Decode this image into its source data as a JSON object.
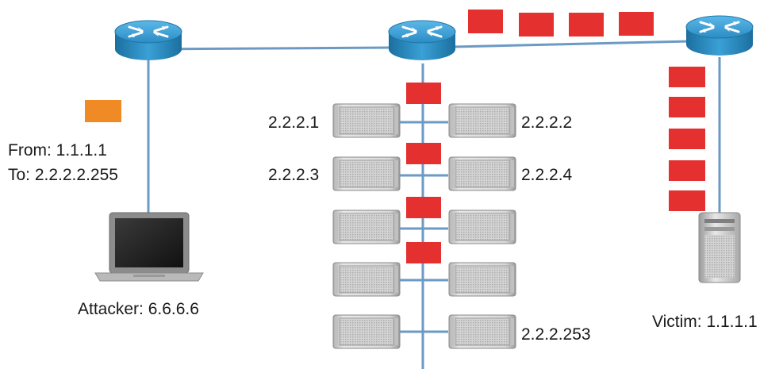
{
  "labels": {
    "spoof_from": "From: 1.1.1.1",
    "spoof_to": "To: 2.2.2.2.255",
    "attacker": "Attacker: 6.6.6.6",
    "victim": "Victim: 1.1.1.1",
    "server_1": "2.2.2.1",
    "server_2": "2.2.2.2",
    "server_3": "2.2.2.3",
    "server_4": "2.2.2.4",
    "server_253": "2.2.2.253"
  },
  "colors": {
    "router": "#2f8fc4",
    "link": "#6b9ac4",
    "spoofed_packet": "#f08a24",
    "reply_packet": "#e53030",
    "server": "#c9c9c9"
  },
  "icons": {
    "router": "router-icon",
    "server": "server-icon",
    "laptop": "laptop-icon",
    "tower": "server-tower-icon"
  }
}
